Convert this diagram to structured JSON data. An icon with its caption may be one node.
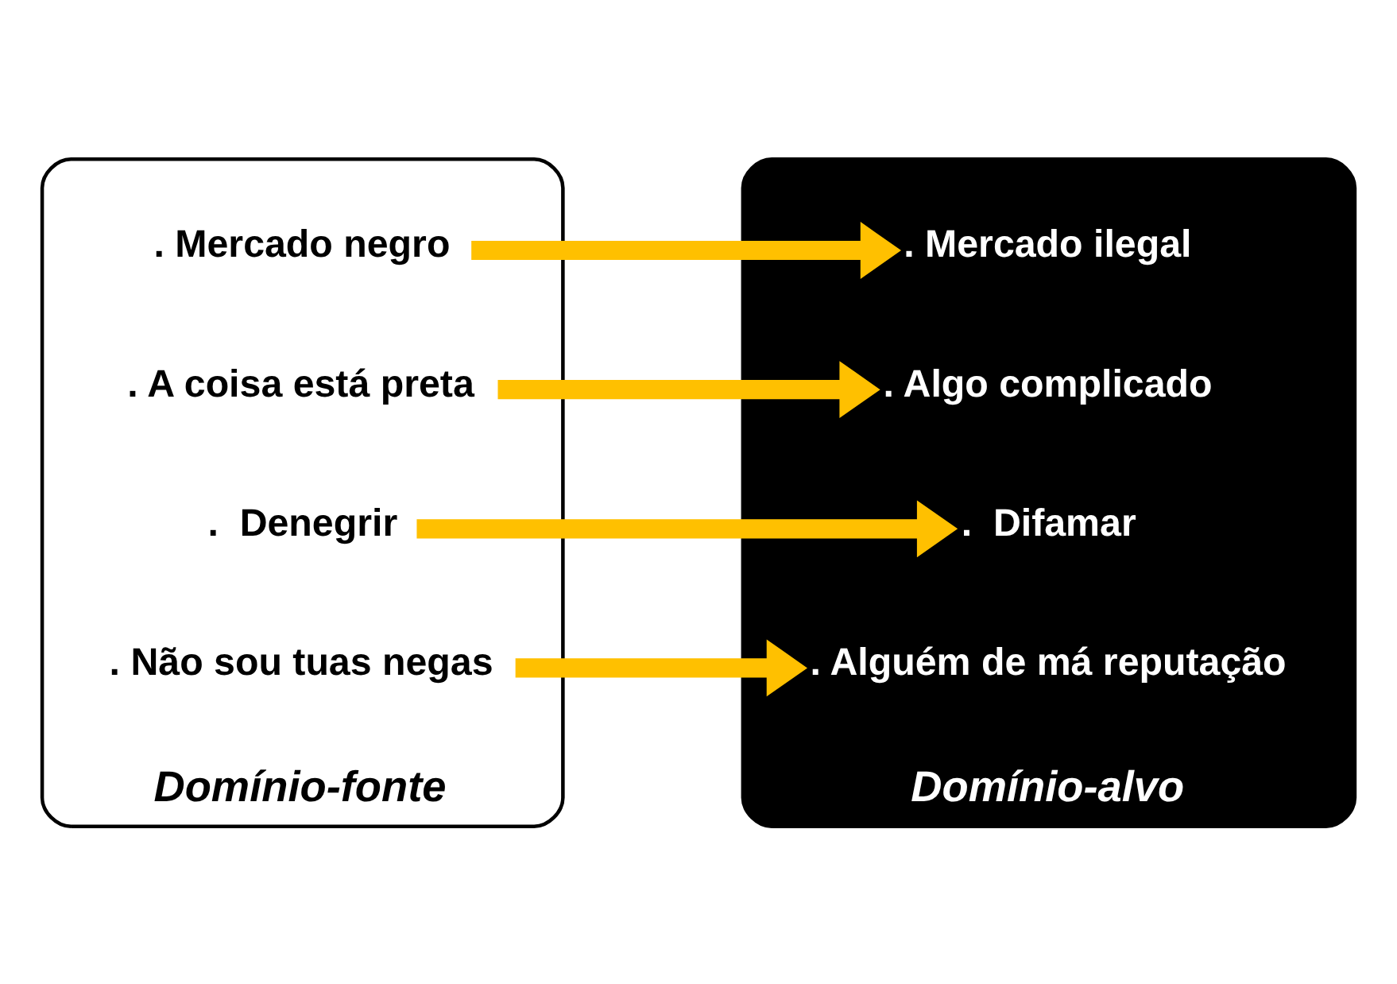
{
  "diagram": {
    "nodes": [
      {
        "text": [
          "Domínio-fonte"
        ]
      },
      {
        "text": [
          ". Mercado negro"
        ],
        "in": 0
      },
      {
        "text": [
          ". A coisa está preta"
        ],
        "in": 0
      },
      {
        "text": [
          ".  Denegrir"
        ],
        "in": 0
      },
      {
        "text": [
          ". Não sou tuas negas"
        ],
        "in": 0
      },
      {
        "text": [
          "Domínio-alvo"
        ]
      },
      {
        "text": [
          ". Mercado ilegal"
        ],
        "in": 5
      },
      {
        "text": [
          ". Algo complicado"
        ],
        "in": 5
      },
      {
        "text": [
          ".  Difamar"
        ],
        "in": 5
      },
      {
        "text": [
          ". Alguém de má reputação"
        ],
        "in": 5
      }
    ],
    "edges": [
      {
        "from": 1,
        "to": 6,
        "arrow": "to"
      },
      {
        "from": 2,
        "to": 7,
        "arrow": "to"
      },
      {
        "from": 3,
        "to": 8,
        "arrow": "to"
      },
      {
        "from": 4,
        "to": 9,
        "arrow": "to"
      }
    ]
  }
}
